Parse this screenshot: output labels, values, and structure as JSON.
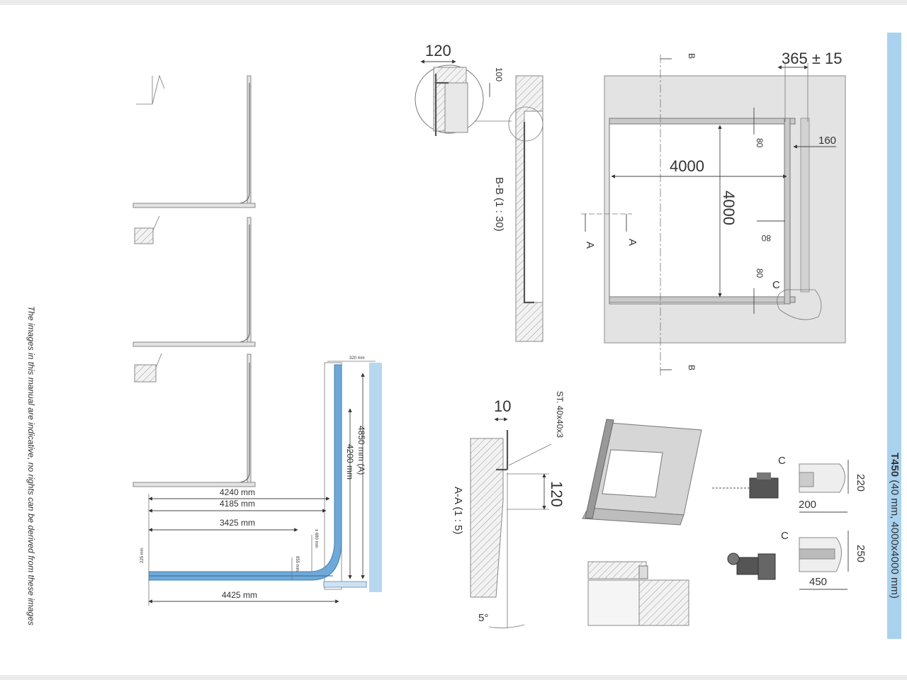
{
  "sidebar": {
    "title_bold": "T450",
    "title_rest": " (40 mm, 4000x4000 mm)",
    "color": "#a9d2ee"
  },
  "disclaimer": "The images in this manual are indicative, no rights can be derived from these images",
  "section_bb": {
    "label": "B-B (1 : 30)",
    "dim_120": "120",
    "dim_100": "100"
  },
  "front_view": {
    "dim_365": "365 ± 15",
    "dim_160": "160",
    "dim_80_top": "80",
    "dim_80_mid": "80",
    "dim_80_bot": "80",
    "width": "4000",
    "height": "4000",
    "marker_b": "B",
    "marker_a": "A",
    "detail_c": "C"
  },
  "section_aa": {
    "label": "A-A (1 : 5)",
    "dim_10": "10",
    "dim_120": "120",
    "angle": "5°",
    "profile": "ST. 40x40x3"
  },
  "details": {
    "c_label": "C",
    "dim_220": "220",
    "dim_200": "200",
    "dim_250": "250",
    "dim_450": "450"
  },
  "side_profile": {
    "dim_4240": "4240 mm",
    "dim_4185": "4185 mm",
    "dim_3425": "3425 mm",
    "dim_4425": "4425 mm",
    "dim_4850": "4850 mm (A)",
    "dim_4200": "4200 mm",
    "dim_320": "320 mm",
    "dim_225": "225 mm",
    "dim_680": "± 680 mm",
    "dim_955": "955 mm"
  }
}
